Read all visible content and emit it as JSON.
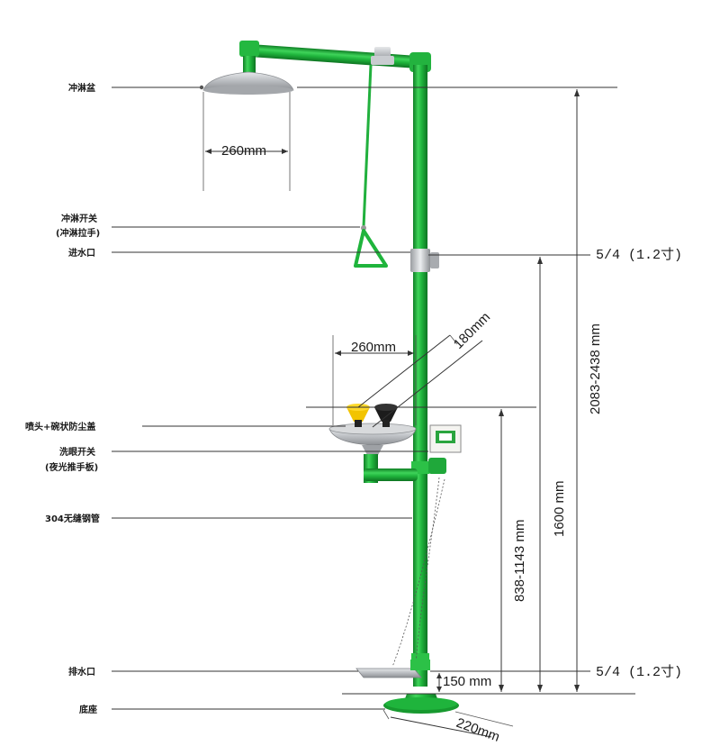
{
  "labels": {
    "shower_head": "冲淋盆",
    "shower_switch": "冲淋开关",
    "shower_switch_note": "(冲淋拉手)",
    "water_inlet": "进水口",
    "nozzle_cover": "喷头+碗状防尘盖",
    "eyewash_switch": "洗眼开关",
    "eyewash_switch_note": "(夜光推手板)",
    "pipe": "304无缝钢管",
    "drain": "排水口",
    "base": "底座"
  },
  "dimensions": {
    "shower_dia": "260mm",
    "bowl_dia": "260mm",
    "bowl_depth": "180mm",
    "inlet_size": "5/4 (1.2寸)",
    "drain_size": "5/4 (1.2寸)",
    "total_height": "2083-2438 mm",
    "inlet_height": "1600 mm",
    "bowl_height": "838-1143 mm",
    "pedal_height": "150 mm",
    "base_dia": "220mm"
  },
  "colors": {
    "pipe_green": "#1fb43c",
    "pipe_dark": "#128a2a",
    "steel": "#b9bcc0",
    "cover_yellow": "#f2c400",
    "sign_green": "#2aa53f"
  }
}
